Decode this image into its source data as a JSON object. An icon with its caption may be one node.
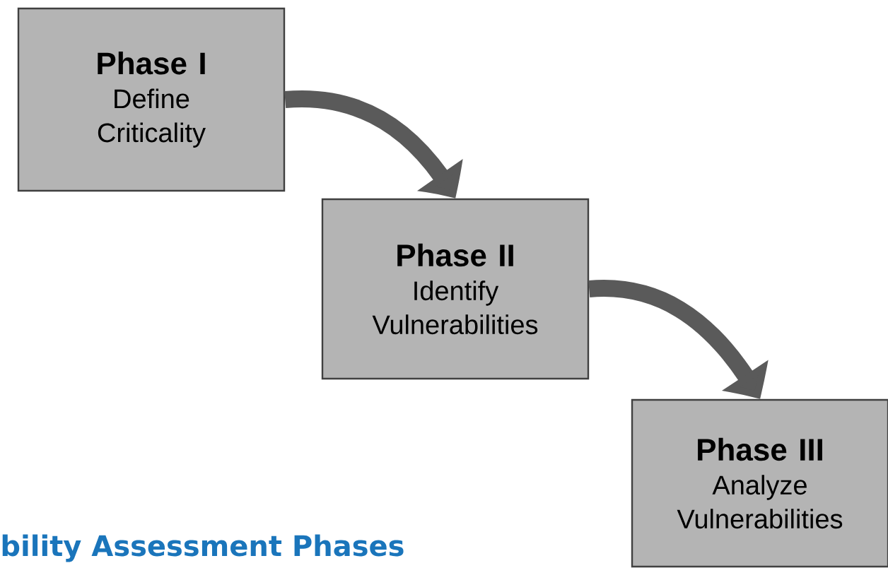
{
  "diagram": {
    "title": "bility Assessment Phases",
    "nodes": [
      {
        "text": [
          "Phase I",
          "Define Criticality"
        ]
      },
      {
        "text": [
          "Phase II",
          "Identify Vulnerabilities"
        ]
      },
      {
        "text": [
          "Phase III",
          "Analyze Vulnerabilities"
        ]
      }
    ],
    "edges": [
      {
        "from": 0,
        "to": 1,
        "arrow": "to"
      },
      {
        "from": 1,
        "to": 2,
        "arrow": "to"
      }
    ]
  }
}
